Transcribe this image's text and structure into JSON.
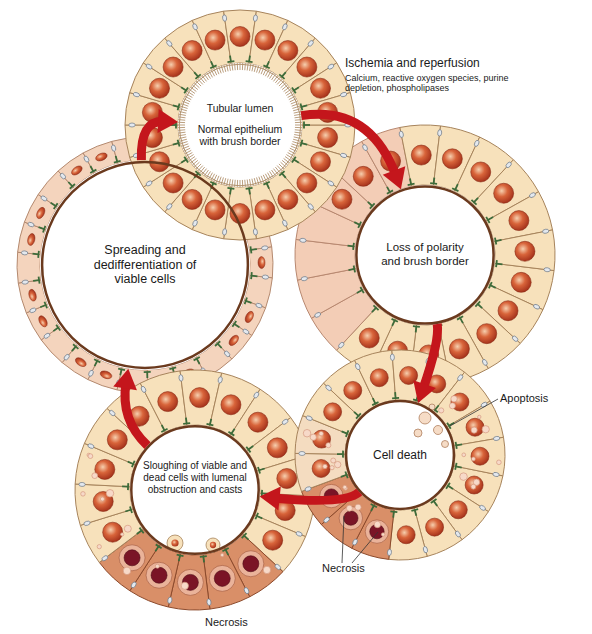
{
  "diagram": {
    "nodes": [
      {
        "text": [
          "Tubular lumen",
          "Normal epithelium with brush border"
        ]
      },
      {
        "text": [
          "Loss of polarity and brush border"
        ]
      },
      {
        "text": [
          "Cell death"
        ]
      },
      {
        "text": [
          "Sloughing of viable and dead cells with lumenal obstruction and casts"
        ]
      },
      {
        "text": [
          "Spreading and dedifferentiation of viable cells"
        ]
      }
    ],
    "edges": [
      {
        "from": 0,
        "to": 1,
        "label": "Ischemia and reperfusion",
        "arrow": "to"
      },
      {
        "from": 1,
        "to": 2,
        "arrow": "to"
      },
      {
        "from": 2,
        "to": 3,
        "arrow": "to"
      },
      {
        "from": 3,
        "to": 4,
        "arrow": "to"
      },
      {
        "from": 4,
        "to": 0,
        "arrow": "to"
      }
    ],
    "labels": [
      "Calcium, reactive oxygen species, purine depletion, phospholipases",
      "Apoptosis",
      "Necrosis",
      "Necrosis"
    ]
  }
}
